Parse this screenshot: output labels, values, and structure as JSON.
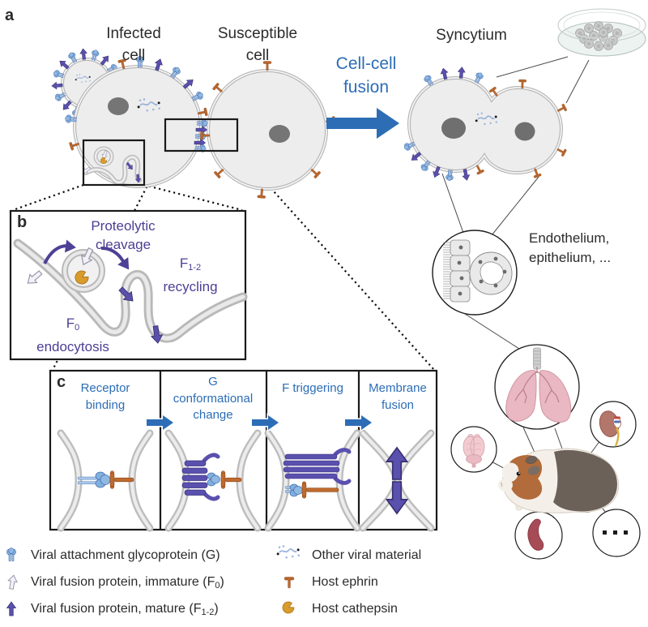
{
  "panel_labels": {
    "a": "a",
    "b": "b",
    "c": "c"
  },
  "panel_a": {
    "infected_cell": [
      "Infected",
      "cell"
    ],
    "susceptible_cell": [
      "Susceptible",
      "cell"
    ],
    "fusion_label": [
      "Cell-cell",
      "fusion"
    ],
    "syncytium_label": "Syncytium",
    "tissue_label": [
      "Endothelium,",
      "epithelium, ..."
    ],
    "organ_ellipsis": "..."
  },
  "panel_b": {
    "proteolytic": [
      "Proteolytic",
      "cleavage"
    ],
    "recycling": {
      "main": "F",
      "sub": "1-2",
      "word": "recycling"
    },
    "endocytosis": {
      "main": "F",
      "sub": "0",
      "word": "endocytosis"
    }
  },
  "panel_c": {
    "steps": [
      [
        "Receptor",
        "binding"
      ],
      [
        "G",
        "conformational",
        "change"
      ],
      [
        "F triggering"
      ],
      [
        "Membrane",
        "fusion"
      ]
    ]
  },
  "legend": {
    "attachment": "Viral attachment glycoprotein (G)",
    "immature": {
      "prefix": "Viral fusion protein, immature (F",
      "sub": "0",
      "suffix": ")"
    },
    "mature": {
      "prefix": "Viral fusion protein, mature (F",
      "sub": "1-2",
      "suffix": ")"
    },
    "other_material": "Other viral material",
    "ephrin": "Host ephrin",
    "cathepsin": "Host cathepsin"
  },
  "colors": {
    "accent_blue": "#2c6db6",
    "purple_text": "#4c3e94",
    "f_mature_purple": "#5a50ae",
    "g_protein_blue": "#7fb0de",
    "ephrin_brown": "#bf6a2e",
    "cathepsin_gold": "#d99c2b",
    "membrane_gray": "#b9b9b9"
  }
}
